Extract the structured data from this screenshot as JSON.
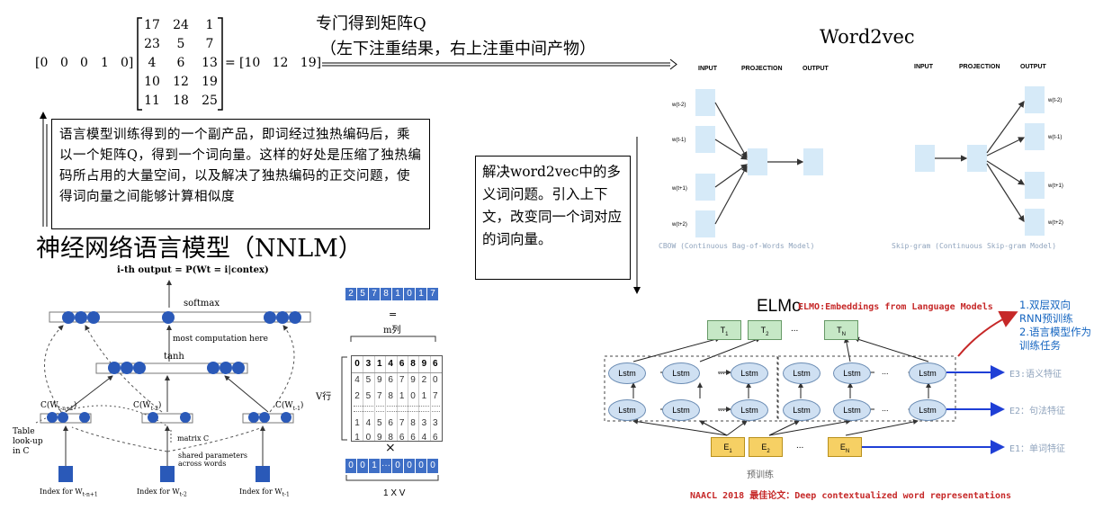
{
  "matrix_section": {
    "left_vector": [
      "[0",
      "0",
      "0",
      "1",
      "0]"
    ],
    "matrix_rows": [
      [
        "17",
        "24",
        "1"
      ],
      [
        "23",
        "5",
        "7"
      ],
      [
        "4",
        "6",
        "13"
      ],
      [
        "10",
        "12",
        "19"
      ],
      [
        "11",
        "18",
        "25"
      ]
    ],
    "equals": "=",
    "result_vector": "[10   12   19]",
    "arrow_label_line1": "专门得到矩阵Q",
    "arrow_label_line2": "（左下注重结果，右上注重中间产物）"
  },
  "explain_box": {
    "text": "语言模型训练得到的一个副产品，即词经过独热编码后，乘以一个矩阵Q，得到一个词向量。这样的好处是压缩了独热编码所占用的大量空间，以及解决了独热编码的正交问题，使得词向量之间能够计算相似度"
  },
  "nnlm": {
    "title": "神经网络语言模型（NNLM）",
    "output_formula": "i-th output = P(Wt = i|contex)",
    "softmax": "softmax",
    "most_computation": "most computation here",
    "tanh": "tanh",
    "c_labels": [
      "C(W",
      "C(W",
      "C(W"
    ],
    "c_subs": [
      "t-n+1",
      "t-2",
      "t-1"
    ],
    "table_lookup": [
      "Table",
      "look-up",
      "in C"
    ],
    "matrix_c": "matrix C",
    "shared_params": [
      "shared parameters",
      "across words"
    ],
    "index_labels": [
      "Index for W",
      "Index for W",
      "Index for W"
    ],
    "index_subs": [
      "t-n+1",
      "t-2",
      "t-1"
    ]
  },
  "grid": {
    "top_vector": [
      "2",
      "5",
      "7",
      "8",
      "1",
      "0",
      "1",
      "7"
    ],
    "equals": "=",
    "m_label": "m列",
    "header_row": [
      "0",
      "3",
      "1",
      "4",
      "6",
      "8",
      "9",
      "6"
    ],
    "rows": [
      [
        "4",
        "5",
        "9",
        "6",
        "7",
        "9",
        "2",
        "0"
      ],
      [
        "2",
        "5",
        "7",
        "8",
        "1",
        "0",
        "1",
        "7"
      ],
      [
        "1",
        "4",
        "5",
        "6",
        "7",
        "8",
        "3",
        "3"
      ],
      [
        "1",
        "0",
        "9",
        "8",
        "6",
        "6",
        "4",
        "6"
      ]
    ],
    "v_label": "V行",
    "times": "×",
    "bottom_vector": [
      "0",
      "0",
      "1",
      "···",
      "0",
      "0",
      "0",
      "0"
    ],
    "bottom_label": "1 X V"
  },
  "word2vec_note": {
    "text": "解决word2vec中的多义词问题。引入上下文，改变同一个词对应的词向量。"
  },
  "word2vec": {
    "title": "Word2vec",
    "headers_left": [
      "INPUT",
      "PROJECTION",
      "OUTPUT"
    ],
    "headers_right": [
      "INPUT",
      "PROJECTION",
      "OUTPUT"
    ],
    "cbow_inputs": [
      "w(t-2)",
      "w(t-1)",
      "w(t+1)",
      "w(t+2)"
    ],
    "sg_outputs": [
      "w(t-2)",
      "w(t-1)",
      "w(t+1)",
      "w(t+2)"
    ],
    "cbow_caption": "CBOW (Continuous Bag-of-Words Model)",
    "sg_caption": "Skip-gram (Continuous Skip-gram Model)"
  },
  "elmo": {
    "title": "ELMo",
    "subtitle": "ELMO:Embeddings from Language Models",
    "t_labels": [
      "T",
      "T",
      "T"
    ],
    "t_subs": [
      "1",
      "2",
      "N"
    ],
    "lstm": "Lstm",
    "e_labels": [
      "E",
      "E",
      "E"
    ],
    "e_subs": [
      "1",
      "2",
      "N"
    ],
    "dots": "...",
    "pretrain": "预训练",
    "right_notes": [
      "1.双层双向",
      "RNN预训练",
      "2.语言模型作为",
      "训练任务"
    ],
    "features": [
      "E3:语义特征",
      "E2：句法特征",
      "E1：单词特征"
    ],
    "footer": "NAACL 2018 最佳论文：Deep contextualized word representations"
  },
  "colors": {
    "nnlm_node": "#2a59b8",
    "lstm_fill": "#cfe0f2",
    "t_fill": "#c6e8c6",
    "e_fill": "#f6d064",
    "feature_arrow": "#1f3fd6",
    "elmo_red": "#c62828",
    "notes_blue": "#1565c0"
  }
}
